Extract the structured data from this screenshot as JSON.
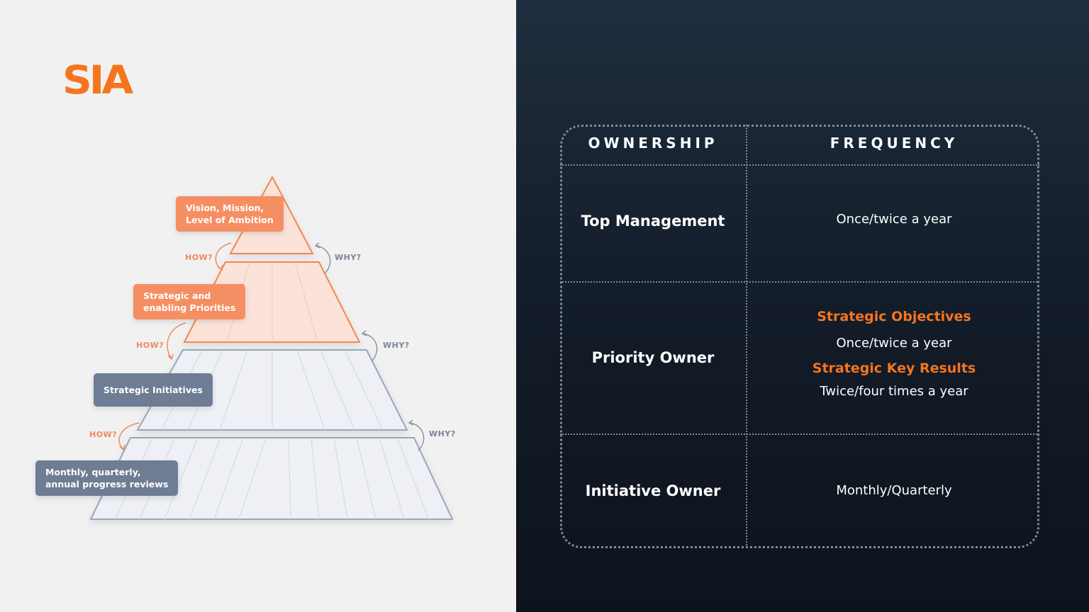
{
  "logo": {
    "text": "SIA"
  },
  "colors": {
    "accent": "#f5751e",
    "callout_orange": "#f58f63",
    "callout_slate": "#6e7c94",
    "dark_bg": "#151f2b"
  },
  "pyramid": {
    "callouts": [
      {
        "lines": [
          "Vision, Mission,",
          "Level of Ambition"
        ]
      },
      {
        "lines": [
          "Strategic and",
          "enabling Priorities"
        ]
      },
      {
        "lines": [
          "Strategic Initiatives"
        ]
      },
      {
        "lines": [
          "Monthly, quarterly,",
          "annual progress reviews"
        ]
      }
    ],
    "how_label": "HOW?",
    "why_label": "WHY?"
  },
  "table": {
    "headers": {
      "ownership": "OWNERSHIP",
      "frequency": "FREQUENCY"
    },
    "rows": [
      {
        "owner": "Top Management",
        "frequency": "Once/twice a year"
      },
      {
        "owner": "Priority Owner",
        "objectives_heading": "Strategic Objectives",
        "objectives_frequency": "Once/twice a year",
        "key_results_heading": "Strategic Key Results",
        "key_results_frequency": "Twice/four times a year"
      },
      {
        "owner": "Initiative Owner",
        "frequency": "Monthly/Quarterly"
      }
    ]
  }
}
